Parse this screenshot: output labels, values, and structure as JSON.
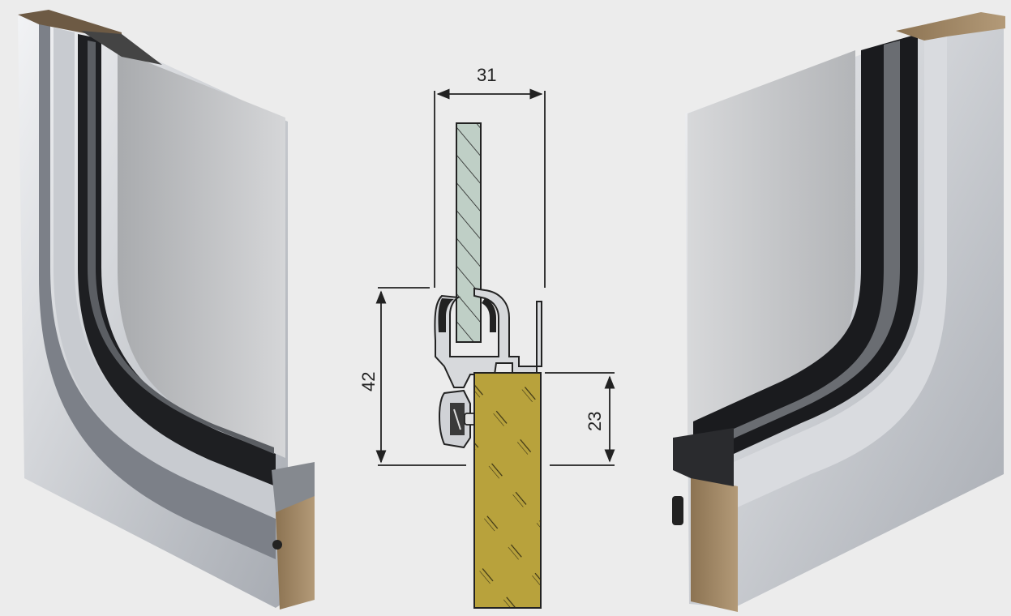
{
  "diagram": {
    "dimensions": {
      "width_label": "31",
      "height_label": "42",
      "sub_height_label": "23"
    },
    "colors": {
      "background": "#ececec",
      "aluminium": "#c9cbd0",
      "glass": "#bfcfc6",
      "wood": "#b8a23c",
      "seal": "#1a1a1a",
      "dimension_line": "#222222"
    }
  }
}
